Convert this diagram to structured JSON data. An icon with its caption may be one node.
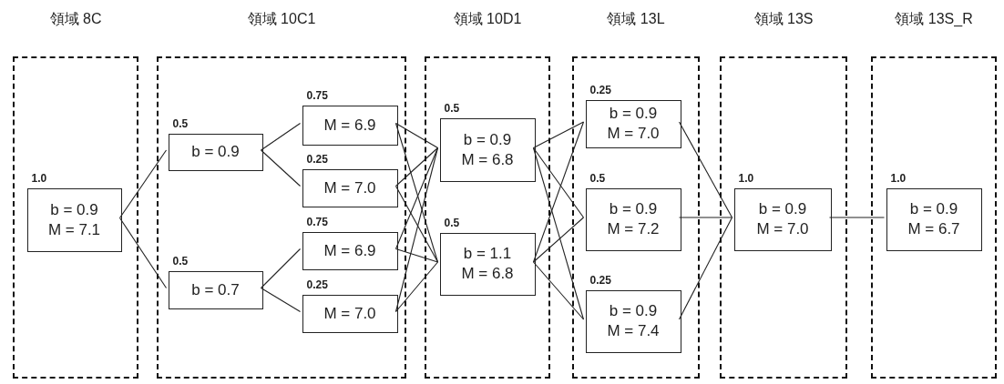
{
  "diagram": {
    "nodes": [
      {
        "text": [
          "領域 8C"
        ]
      },
      {
        "text": [
          "b = 0.9",
          "M = 7.1"
        ],
        "in": 0,
        "beside": [
          "1.0"
        ]
      },
      {
        "text": [
          "領域 10C1"
        ]
      },
      {
        "text": [
          "b = 0.9"
        ],
        "in": 2,
        "beside": [
          "0.5"
        ]
      },
      {
        "text": [
          "b = 0.7"
        ],
        "in": 2,
        "beside": [
          "0.5"
        ]
      },
      {
        "text": [
          "M = 6.9"
        ],
        "in": 2,
        "beside": [
          "0.75"
        ]
      },
      {
        "text": [
          "M = 7.0"
        ],
        "in": 2,
        "beside": [
          "0.25"
        ]
      },
      {
        "text": [
          "M = 6.9"
        ],
        "in": 2,
        "beside": [
          "0.75"
        ]
      },
      {
        "text": [
          "M = 7.0"
        ],
        "in": 2,
        "beside": [
          "0.25"
        ]
      },
      {
        "text": [
          "領域 10D1"
        ]
      },
      {
        "text": [
          "b = 0.9",
          "M = 6.8"
        ],
        "in": 9,
        "beside": [
          "0.5"
        ]
      },
      {
        "text": [
          "b = 1.1",
          "M = 6.8"
        ],
        "in": 9,
        "beside": [
          "0.5"
        ]
      },
      {
        "text": [
          "領域 13L"
        ]
      },
      {
        "text": [
          "b = 0.9",
          "M = 7.0"
        ],
        "in": 12,
        "beside": [
          "0.25"
        ]
      },
      {
        "text": [
          "b = 0.9",
          "M = 7.2"
        ],
        "in": 12,
        "beside": [
          "0.5"
        ]
      },
      {
        "text": [
          "b = 0.9",
          "M = 7.4"
        ],
        "in": 12,
        "beside": [
          "0.25"
        ]
      },
      {
        "text": [
          "領域 13S"
        ]
      },
      {
        "text": [
          "b = 0.9",
          "M = 7.0"
        ],
        "in": 16,
        "beside": [
          "1.0"
        ]
      },
      {
        "text": [
          "領域 13S_R"
        ]
      },
      {
        "text": [
          "b = 0.9",
          "M = 6.7"
        ],
        "in": 18,
        "beside": [
          "1.0"
        ]
      }
    ],
    "edges": [
      {
        "from": 1,
        "to": 3,
        "arrow": "none"
      },
      {
        "from": 1,
        "to": 4,
        "arrow": "none"
      },
      {
        "from": 3,
        "to": 5,
        "arrow": "none"
      },
      {
        "from": 3,
        "to": 6,
        "arrow": "none"
      },
      {
        "from": 4,
        "to": 7,
        "arrow": "none"
      },
      {
        "from": 4,
        "to": 8,
        "arrow": "none"
      },
      {
        "from": 5,
        "to": 10,
        "arrow": "none"
      },
      {
        "from": 5,
        "to": 11,
        "arrow": "none"
      },
      {
        "from": 6,
        "to": 10,
        "arrow": "none"
      },
      {
        "from": 6,
        "to": 11,
        "arrow": "none"
      },
      {
        "from": 7,
        "to": 10,
        "arrow": "none"
      },
      {
        "from": 7,
        "to": 11,
        "arrow": "none"
      },
      {
        "from": 8,
        "to": 10,
        "arrow": "none"
      },
      {
        "from": 8,
        "to": 11,
        "arrow": "none"
      },
      {
        "from": 10,
        "to": 13,
        "arrow": "none"
      },
      {
        "from": 10,
        "to": 14,
        "arrow": "none"
      },
      {
        "from": 10,
        "to": 15,
        "arrow": "none"
      },
      {
        "from": 11,
        "to": 13,
        "arrow": "none"
      },
      {
        "from": 11,
        "to": 14,
        "arrow": "none"
      },
      {
        "from": 11,
        "to": 15,
        "arrow": "none"
      },
      {
        "from": 13,
        "to": 17,
        "arrow": "none"
      },
      {
        "from": 14,
        "to": 17,
        "arrow": "none"
      },
      {
        "from": 15,
        "to": 17,
        "arrow": "none"
      },
      {
        "from": 17,
        "to": 19,
        "arrow": "none"
      }
    ]
  }
}
